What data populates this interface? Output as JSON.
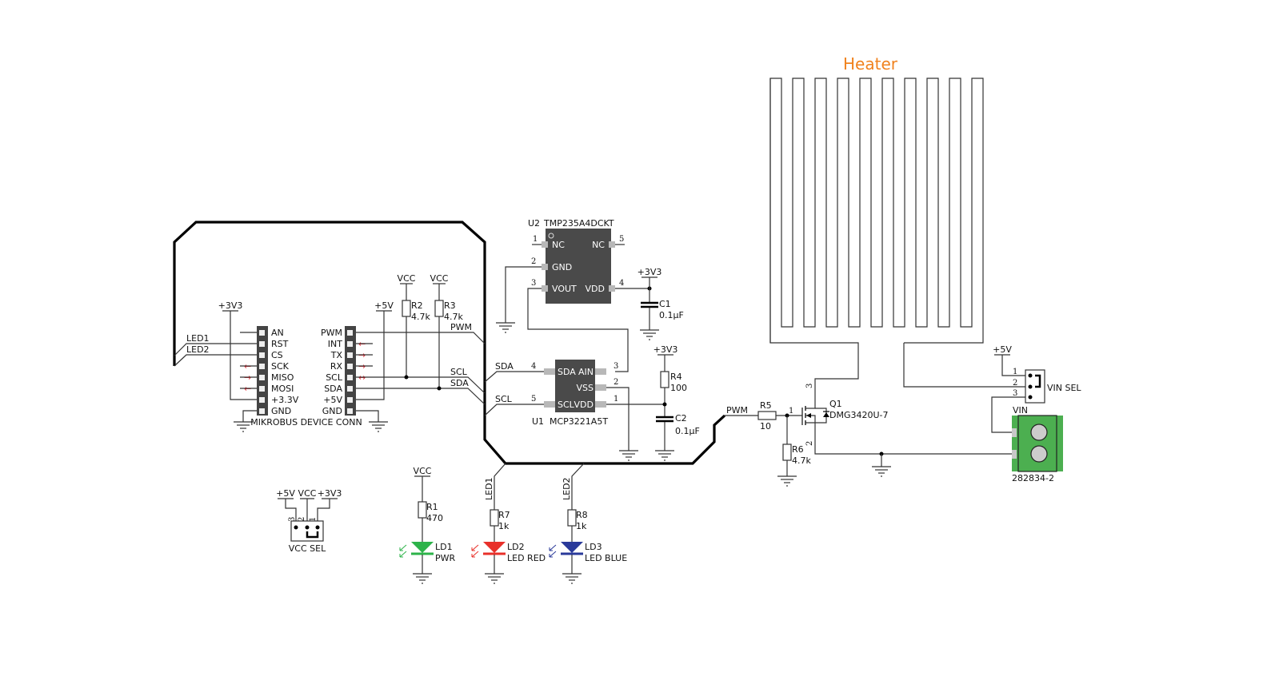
{
  "heater": {
    "title": "Heater",
    "fingers": 10
  },
  "mikrobus": {
    "title": "MIKROBUS DEVICE CONN",
    "left_pins": [
      "AN",
      "RST",
      "CS",
      "SCK",
      "MISO",
      "MOSI",
      "+3.3V",
      "GND"
    ],
    "right_pins": [
      "PWM",
      "INT",
      "TX",
      "RX",
      "SCL",
      "SDA",
      "+5V",
      "GND"
    ],
    "left_arrows": [
      "",
      "",
      "",
      "←",
      "→",
      "←",
      "",
      ""
    ],
    "right_arrows": [
      "",
      "←",
      "→",
      "→",
      "↔",
      "",
      "",
      ""
    ],
    "left_rail": "+3V3",
    "right_rail": "+5V",
    "net_led1": "LED1",
    "net_led2": "LED2"
  },
  "pullups": [
    {
      "ref": "R2",
      "value": "4.7k",
      "supply": "VCC"
    },
    {
      "ref": "R3",
      "value": "4.7k",
      "supply": "VCC"
    }
  ],
  "nets": {
    "pwm": "PWM",
    "scl": "SCL",
    "sda": "SDA"
  },
  "u2": {
    "ref": "U2",
    "part": "TMP235A4DCKT",
    "pins": [
      {
        "num": "1",
        "name": "NC"
      },
      {
        "num": "2",
        "name": "GND"
      },
      {
        "num": "3",
        "name": "VOUT"
      },
      {
        "num": "4",
        "name": "VDD"
      },
      {
        "num": "5",
        "name": "NC"
      }
    ],
    "supply": "+3V3"
  },
  "c1": {
    "ref": "C1",
    "value": "0.1µF"
  },
  "u1": {
    "ref": "U1",
    "part": "MCP3221A5T",
    "pins": [
      {
        "num": "4",
        "name": "SDA"
      },
      {
        "num": "3",
        "name": "AIN"
      },
      {
        "num": "2",
        "name": "VSS"
      },
      {
        "num": "5",
        "name": "SCL"
      },
      {
        "num": "1",
        "name": "VDD"
      }
    ],
    "net_sda": "SDA",
    "net_scl": "SCL"
  },
  "r4": {
    "ref": "R4",
    "value": "100",
    "supply": "+3V3"
  },
  "c2": {
    "ref": "C2",
    "value": "0.1µF"
  },
  "r5": {
    "ref": "R5",
    "value": "10",
    "net": "PWM",
    "pin": "1"
  },
  "r6": {
    "ref": "R6",
    "value": "4.7k"
  },
  "q1": {
    "ref": "Q1",
    "part": "DMG3420U-7",
    "pin_drain": "3",
    "pin_source": "2"
  },
  "vin_sel": {
    "label": "VIN SEL",
    "supply": "+5V",
    "pins": [
      "1",
      "2",
      "3"
    ]
  },
  "terminal": {
    "net": "VIN",
    "part": "282834-2"
  },
  "vcc_sel": {
    "label": "VCC SEL",
    "supplies": [
      "+5V",
      "VCC",
      "+3V3"
    ],
    "pins": [
      "3",
      "2",
      "1"
    ]
  },
  "leds": [
    {
      "res_ref": "R1",
      "res_value": "470",
      "ref": "LD1",
      "label": "PWR",
      "supply": "VCC",
      "color": "#2db34a"
    },
    {
      "res_ref": "R7",
      "res_value": "1k",
      "ref": "LD2",
      "label": "LED RED",
      "net": "LED1",
      "color": "#e8302a"
    },
    {
      "res_ref": "R8",
      "res_value": "1k",
      "ref": "LD3",
      "label": "LED BLUE",
      "net": "LED2",
      "color": "#2a3a9a"
    }
  ],
  "colors": {
    "terminal_green": "#4caf50",
    "heater_label": "#f0821e",
    "arrow_red": "#e8202a"
  }
}
